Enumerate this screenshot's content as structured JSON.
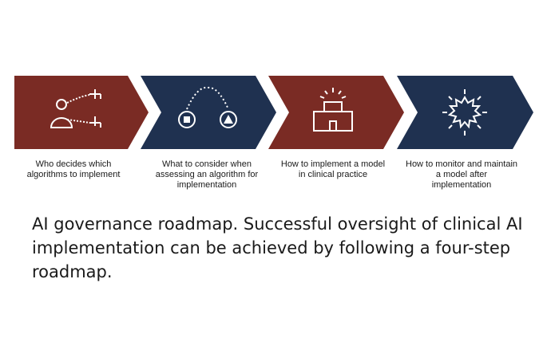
{
  "colors": {
    "red": "#7a2b24",
    "navy": "#1f3150",
    "icon": "#ffffff"
  },
  "steps": [
    {
      "label": "Who decides which algorithms to implement",
      "icon": "people-org-chart-icon",
      "color": "red"
    },
    {
      "label": "What to consider when assessing an algorithm for implementation",
      "icon": "decision-branch-icon",
      "color": "navy"
    },
    {
      "label": "How to implement a model in clinical practice",
      "icon": "hospital-building-icon",
      "color": "red"
    },
    {
      "label": "How to monitor and maintain a model after implementation",
      "icon": "monitoring-gear-icon",
      "color": "navy"
    }
  ],
  "caption": "AI governance roadmap. Successful oversight of clinical AI implementation can be achieved by following a four-step roadmap."
}
